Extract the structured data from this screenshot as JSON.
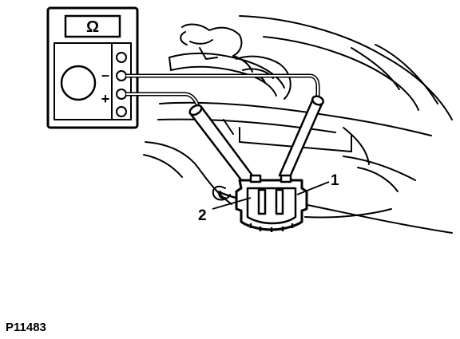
{
  "meter": {
    "unit_symbol": "Ω",
    "minus_sign": "–",
    "plus_sign": "+"
  },
  "callouts": [
    {
      "id": "1",
      "text": "1"
    },
    {
      "id": "2",
      "text": "2"
    }
  ],
  "figure_code": "P11483"
}
